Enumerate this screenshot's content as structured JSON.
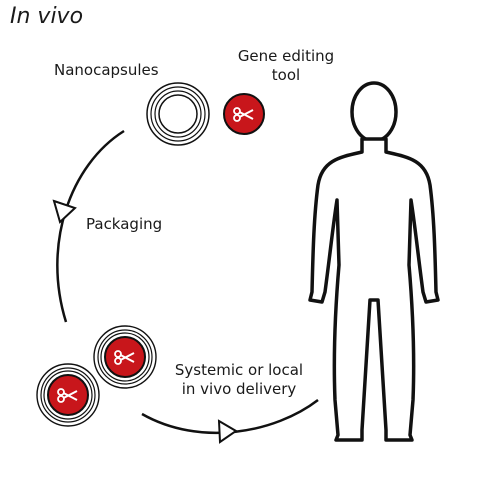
{
  "title": "In vivo",
  "labels": {
    "nanocapsules": "Nanocapsules",
    "gene_tool_line1": "Gene editing",
    "gene_tool_line2": "tool",
    "packaging": "Packaging",
    "delivery_line1": "Systemic or local",
    "delivery_line2": "in vivo delivery"
  },
  "colors": {
    "tool_fill": "#c8161b",
    "outline": "#111111",
    "background": "#ffffff"
  },
  "icons": {
    "scissors": "scissors-icon",
    "human": "human-silhouette-icon"
  }
}
